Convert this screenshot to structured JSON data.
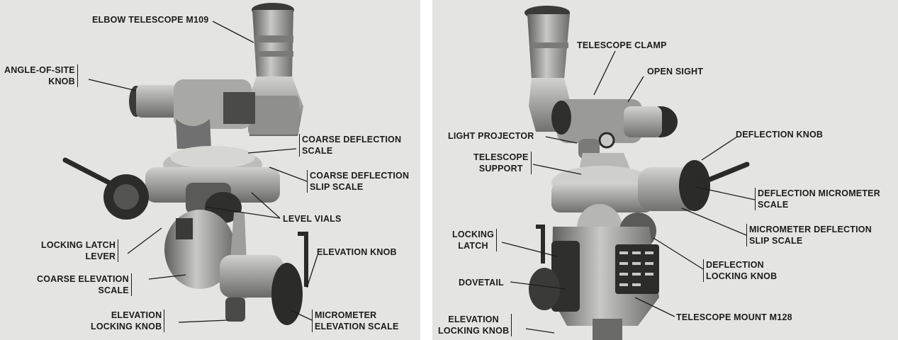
{
  "left_figure": {
    "labels": {
      "elbow_telescope": "ELBOW TELESCOPE M109",
      "angle_of_site_knob": [
        "ANGLE-OF-SITE",
        "KNOB"
      ],
      "coarse_deflection_scale": [
        "COARSE DEFLECTION",
        "SCALE"
      ],
      "coarse_deflection_slip_scale": [
        "COARSE DEFLECTION",
        "SLIP SCALE"
      ],
      "level_vials": "LEVEL VIALS",
      "locking_latch_lever": [
        "LOCKING LATCH",
        "LEVER"
      ],
      "elevation_knob": "ELEVATION KNOB",
      "coarse_elevation_scale": [
        "COARSE ELEVATION",
        "SCALE"
      ],
      "elevation_locking_knob": [
        "ELEVATION",
        "LOCKING KNOB"
      ],
      "micrometer_elevation_scale": [
        "MICROMETER",
        "ELEVATION SCALE"
      ]
    }
  },
  "right_figure": {
    "labels": {
      "telescope_clamp": "TELESCOPE CLAMP",
      "open_sight": "OPEN SIGHT",
      "light_projector": "LIGHT PROJECTOR",
      "deflection_knob": "DEFLECTION KNOB",
      "telescope_support": [
        "TELESCOPE",
        "SUPPORT"
      ],
      "deflection_micrometer_scale": [
        "DEFLECTION MICROMETER",
        "SCALE"
      ],
      "micrometer_deflection_slip_scale": [
        "MICROMETER DEFLECTION",
        "SLIP SCALE"
      ],
      "locking_latch": [
        "LOCKING",
        "LATCH"
      ],
      "deflection_locking_knob": [
        "DEFLECTION",
        "LOCKING KNOB"
      ],
      "dovetail": "DOVETAIL",
      "telescope_mount": "TELESCOPE MOUNT M128",
      "elevation_locking_knob": [
        "ELEVATION",
        "LOCKING KNOB"
      ]
    }
  },
  "colors": {
    "background": "#e4e4e2",
    "ink": "#1c1c1c",
    "metal_dark": "#2a2a2a",
    "metal_mid": "#8a8a86",
    "metal_light": "#c9c9c5"
  }
}
